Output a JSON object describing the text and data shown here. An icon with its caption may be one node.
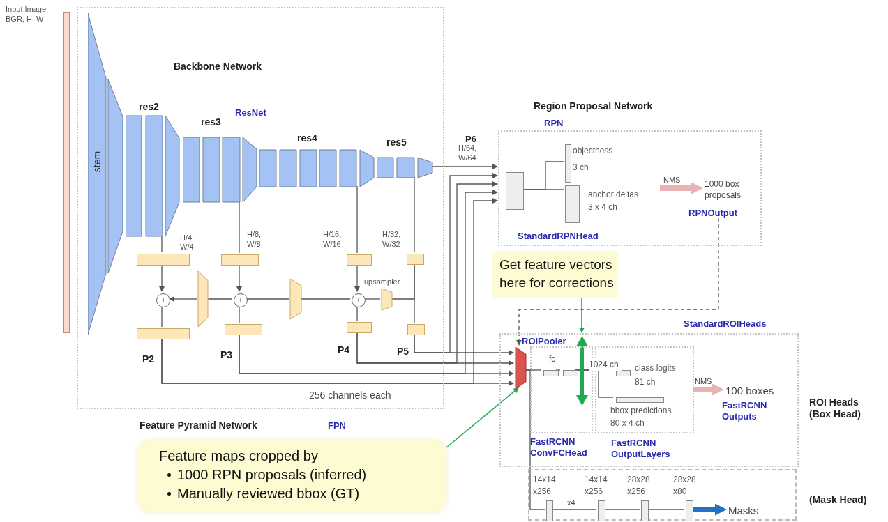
{
  "diagram": {
    "nodes": [
      {
        "text": [
          "Backbone Network",
          "ResNet"
        ],
        "beside": [
          "Feature Pyramid Network",
          "FPN"
        ]
      },
      {
        "text": [],
        "shape": "bar",
        "beside": [
          "Input Image BGR, H, W"
        ]
      },
      {
        "text": [
          "stem"
        ],
        "in": 0
      },
      {
        "text": [
          "res2"
        ],
        "in": 0
      },
      {
        "text": [
          "res3"
        ],
        "in": 0
      },
      {
        "text": [
          "res4"
        ],
        "in": 0
      },
      {
        "text": [
          "res5"
        ],
        "in": 0
      },
      {
        "text": [],
        "shape": "box",
        "in": 0,
        "beside": [
          "H/4, W/4"
        ]
      },
      {
        "text": [],
        "shape": "box",
        "in": 0,
        "beside": [
          "H/8, W/8"
        ]
      },
      {
        "text": [],
        "shape": "box",
        "in": 0,
        "beside": [
          "H/16, W/16"
        ]
      },
      {
        "text": [],
        "shape": "box",
        "in": 0,
        "beside": [
          "H/32, W/32"
        ]
      },
      {
        "text": [
          "+"
        ],
        "in": 0
      },
      {
        "text": [
          "+"
        ],
        "in": 0
      },
      {
        "text": [
          "+"
        ],
        "in": 0
      },
      {
        "text": [],
        "shape": "trapezoid",
        "in": 0
      },
      {
        "text": [],
        "shape": "trapezoid",
        "in": 0
      },
      {
        "text": [],
        "shape": "trapezoid",
        "in": 0,
        "beside": [
          "upsampler"
        ]
      },
      {
        "text": [],
        "shape": "box",
        "in": 0,
        "beside": [
          "P2"
        ]
      },
      {
        "text": [],
        "shape": "box",
        "in": 0,
        "beside": [
          "P3"
        ]
      },
      {
        "text": [],
        "shape": "box",
        "in": 0,
        "beside": [
          "P4"
        ]
      },
      {
        "text": [],
        "shape": "box",
        "in": 0,
        "beside": [
          "P5"
        ]
      },
      {
        "text": [
          "StandardRPNHead"
        ],
        "beside": [
          "Region Proposal Network",
          "RPN"
        ]
      },
      {
        "text": [],
        "shape": "box",
        "in": 21
      },
      {
        "text": [],
        "shape": "box",
        "in": 21,
        "beside": [
          "objectness 3 ch"
        ]
      },
      {
        "text": [],
        "shape": "box",
        "in": 21,
        "beside": [
          "anchor deltas 3 x 4 ch"
        ]
      },
      {
        "text": [
          "1000 box proposals"
        ],
        "in": 21
      },
      {
        "text": [
          "RPNOutput"
        ],
        "in": 21
      },
      {
        "text": [
          "Get feature vectors here for corrections"
        ]
      },
      {
        "text": [],
        "shape": "box",
        "beside": [
          "StandardROIHeads",
          "ROI Heads (Box Head)"
        ]
      },
      {
        "text": [],
        "shape": "box",
        "in": 28,
        "beside": [
          "FastRCNN ConvFCHead"
        ]
      },
      {
        "text": [],
        "shape": "box",
        "in": 28,
        "beside": [
          "FastRCNN OutputLayers"
        ]
      },
      {
        "text": [],
        "shape": "trapezoid",
        "in": 28,
        "beside": [
          "ROIPooler"
        ]
      },
      {
        "text": [],
        "shape": "box",
        "in": 29
      },
      {
        "text": [],
        "shape": "box",
        "in": 29
      },
      {
        "text": [],
        "shape": "box",
        "in": 30,
        "beside": [
          "class logits 81 ch"
        ]
      },
      {
        "text": [],
        "shape": "box",
        "in": 30,
        "beside": [
          "bbox predictions 80 x 4 ch"
        ]
      },
      {
        "text": [
          "100 boxes"
        ],
        "in": 28,
        "beside": [
          "FastRCNN Outputs"
        ]
      },
      {
        "text": [],
        "shape": "box",
        "beside": [
          "(Mask Head)"
        ]
      },
      {
        "text": [],
        "shape": "box",
        "in": 37,
        "beside": [
          "14x14 x256"
        ]
      },
      {
        "text": [],
        "shape": "box",
        "in": 37,
        "beside": [
          "14x14 x256"
        ]
      },
      {
        "text": [],
        "shape": "box",
        "in": 37,
        "beside": [
          "28x28 x256"
        ]
      },
      {
        "text": [],
        "shape": "box",
        "in": 37,
        "beside": [
          "28x28 x80"
        ]
      },
      {
        "text": [
          "Masks"
        ],
        "in": 37
      },
      {
        "text": [
          "Feature maps cropped by",
          "1000 RPN proposals (inferred)",
          "Manually reviewed bbox (GT)"
        ]
      }
    ],
    "edges": [
      {
        "from": 3,
        "to": 7,
        "arrow": "none"
      },
      {
        "from": 4,
        "to": 8,
        "arrow": "none"
      },
      {
        "from": 5,
        "to": 9,
        "arrow": "none"
      },
      {
        "from": 6,
        "to": 10,
        "arrow": "none"
      },
      {
        "from": 7,
        "to": 11,
        "arrow": "to"
      },
      {
        "from": 8,
        "to": 12,
        "arrow": "to"
      },
      {
        "from": 9,
        "to": 13,
        "arrow": "to"
      },
      {
        "from": 10,
        "to": 16,
        "arrow": "none"
      },
      {
        "from": 10,
        "to": 20,
        "arrow": "none"
      },
      {
        "from": 16,
        "to": 13,
        "arrow": "none"
      },
      {
        "from": 13,
        "to": 15,
        "arrow": "none"
      },
      {
        "from": 15,
        "to": 12,
        "arrow": "none"
      },
      {
        "from": 12,
        "to": 14,
        "arrow": "none"
      },
      {
        "from": 14,
        "to": 11,
        "arrow": "to"
      },
      {
        "from": 11,
        "to": 17,
        "arrow": "none"
      },
      {
        "from": 12,
        "to": 18,
        "arrow": "none"
      },
      {
        "from": 13,
        "to": 19,
        "arrow": "none"
      },
      {
        "from": 6,
        "to": 21,
        "arrow": "to"
      },
      {
        "from": 20,
        "to": 21,
        "arrow": "to"
      },
      {
        "from": 19,
        "to": 21,
        "arrow": "to"
      },
      {
        "from": 18,
        "to": 21,
        "arrow": "to"
      },
      {
        "from": 17,
        "to": 21,
        "arrow": "to"
      },
      {
        "from": 20,
        "to": 31,
        "arrow": "to"
      },
      {
        "from": 19,
        "to": 31,
        "arrow": "to"
      },
      {
        "from": 18,
        "to": 31,
        "arrow": "to"
      },
      {
        "from": 17,
        "to": 31,
        "arrow": "to"
      },
      {
        "from": 22,
        "to": 23,
        "arrow": "none"
      },
      {
        "from": 22,
        "to": 24,
        "arrow": "none"
      },
      {
        "from": null,
        "to": 25,
        "arrow": "to",
        "label": "NMS",
        "style": "thick",
        "color": "#eab3b3"
      },
      {
        "from": 26,
        "to": 31,
        "arrow": "to",
        "style": "dashed"
      },
      {
        "from": 31,
        "to": 32,
        "arrow": "none"
      },
      {
        "from": 32,
        "to": 33,
        "arrow": "none"
      },
      {
        "from": 33,
        "to": 34,
        "arrow": "none"
      },
      {
        "from": 33,
        "to": 35,
        "arrow": "none"
      },
      {
        "from": 30,
        "to": 36,
        "arrow": "to",
        "label": "NMS",
        "style": "thick",
        "color": "#eab3b3"
      },
      {
        "from": 31,
        "to": 38,
        "arrow": "none"
      },
      {
        "from": 38,
        "to": 39,
        "arrow": "none",
        "label": "x4"
      },
      {
        "from": 39,
        "to": 40,
        "arrow": "none"
      },
      {
        "from": 40,
        "to": 41,
        "arrow": "none"
      },
      {
        "from": 41,
        "to": 42,
        "arrow": "to",
        "style": "thick",
        "color": "#1f72c4"
      },
      {
        "from": 27,
        "to": 28,
        "arrow": "to",
        "color": "#1fa84f"
      },
      {
        "from": 43,
        "to": 31,
        "arrow": "to",
        "color": "#1fa84f"
      }
    ],
    "labels": [
      "256 channels each",
      "P6",
      "H/64, W/64",
      "fc",
      "1024 ch"
    ]
  }
}
